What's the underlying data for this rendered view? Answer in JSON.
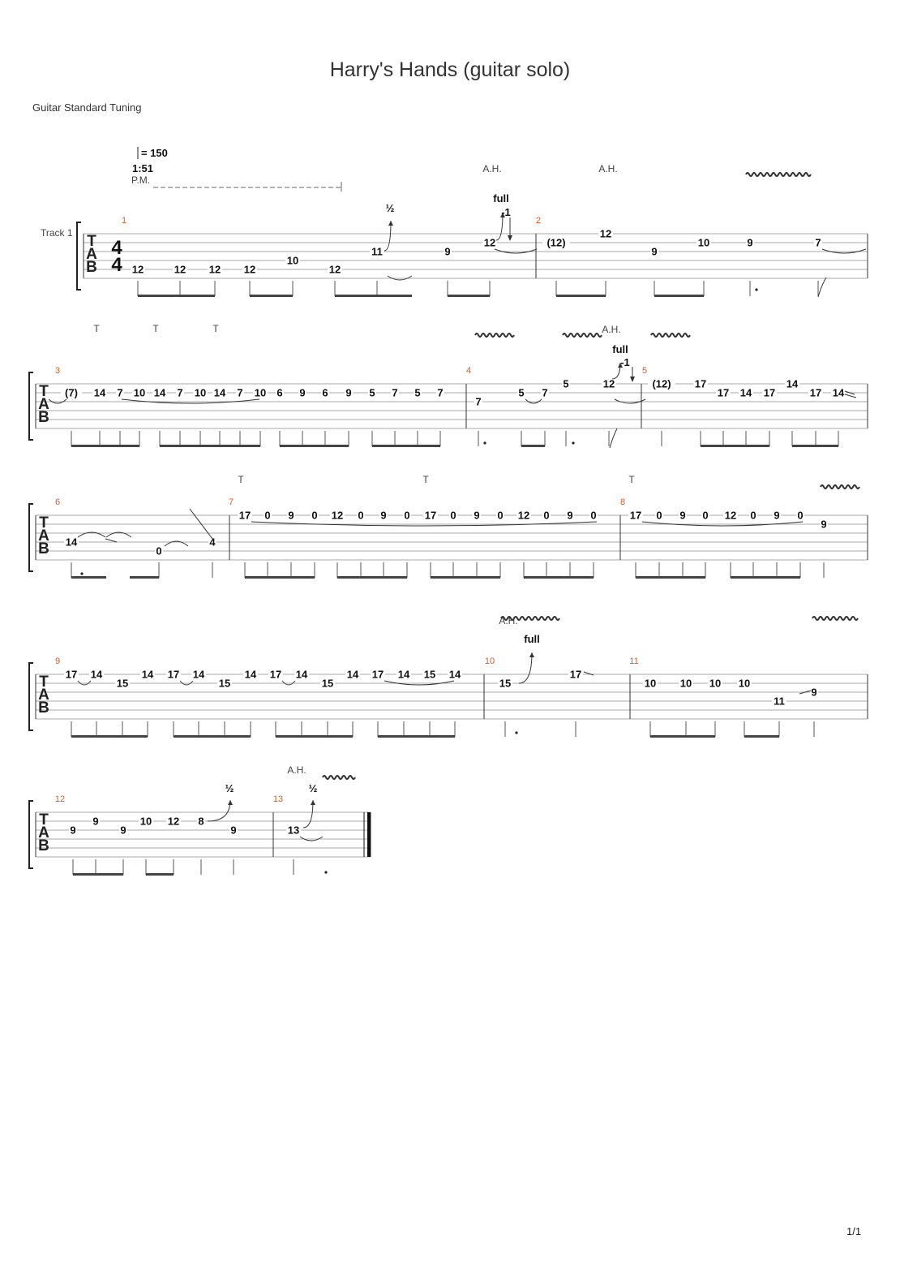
{
  "title": "Harry's Hands (guitar solo)",
  "tuning": "Guitar Standard Tuning",
  "page_number": "1/1",
  "track_label": "Track 1",
  "tempo": "= 150",
  "tempo_mark": "1:51",
  "time_signature": {
    "top": "4",
    "bottom": "4"
  },
  "tab_clef": [
    "T",
    "A",
    "B"
  ],
  "annotations": {
    "palm_mute": "P.M.",
    "harmonic": "A.H.",
    "tap": "T",
    "bend_half": "½",
    "bend_full": "full",
    "bend_release": "-1"
  },
  "measures": [
    {
      "number": "1",
      "notes": [
        "12",
        "12",
        "12",
        "12",
        "10",
        "12",
        "11",
        "9",
        "12"
      ]
    },
    {
      "number": "2",
      "notes": [
        "(12)",
        "12",
        "9",
        "10",
        "9",
        "7"
      ]
    },
    {
      "number": "3",
      "notes": [
        "(7)",
        "14",
        "7",
        "10",
        "14",
        "7",
        "10",
        "14",
        "7",
        "10",
        "6",
        "9",
        "6",
        "9",
        "5",
        "7",
        "5",
        "7"
      ]
    },
    {
      "number": "4",
      "notes": [
        "7",
        "5",
        "7",
        "5",
        "12"
      ]
    },
    {
      "number": "5",
      "notes": [
        "(12)",
        "17",
        "17",
        "14",
        "17",
        "14",
        "17",
        "14"
      ]
    },
    {
      "number": "6",
      "notes": [
        "14",
        "0",
        "4"
      ]
    },
    {
      "number": "7",
      "notes": [
        "17",
        "0",
        "9",
        "0",
        "12",
        "0",
        "9",
        "0",
        "17",
        "0",
        "9",
        "0",
        "12",
        "0",
        "9",
        "0"
      ]
    },
    {
      "number": "8",
      "notes": [
        "17",
        "0",
        "9",
        "0",
        "12",
        "0",
        "9",
        "0",
        "9"
      ]
    },
    {
      "number": "9",
      "notes": [
        "17",
        "14",
        "15",
        "14",
        "17",
        "14",
        "15",
        "14",
        "17",
        "14",
        "15",
        "14",
        "17",
        "14",
        "15",
        "14"
      ]
    },
    {
      "number": "10",
      "notes": [
        "15",
        "17"
      ]
    },
    {
      "number": "11",
      "notes": [
        "10",
        "10",
        "10",
        "10",
        "11",
        "9"
      ]
    },
    {
      "number": "12",
      "notes": [
        "9",
        "9",
        "9",
        "10",
        "12",
        "8",
        "9"
      ]
    },
    {
      "number": "13",
      "notes": [
        "13"
      ]
    }
  ]
}
